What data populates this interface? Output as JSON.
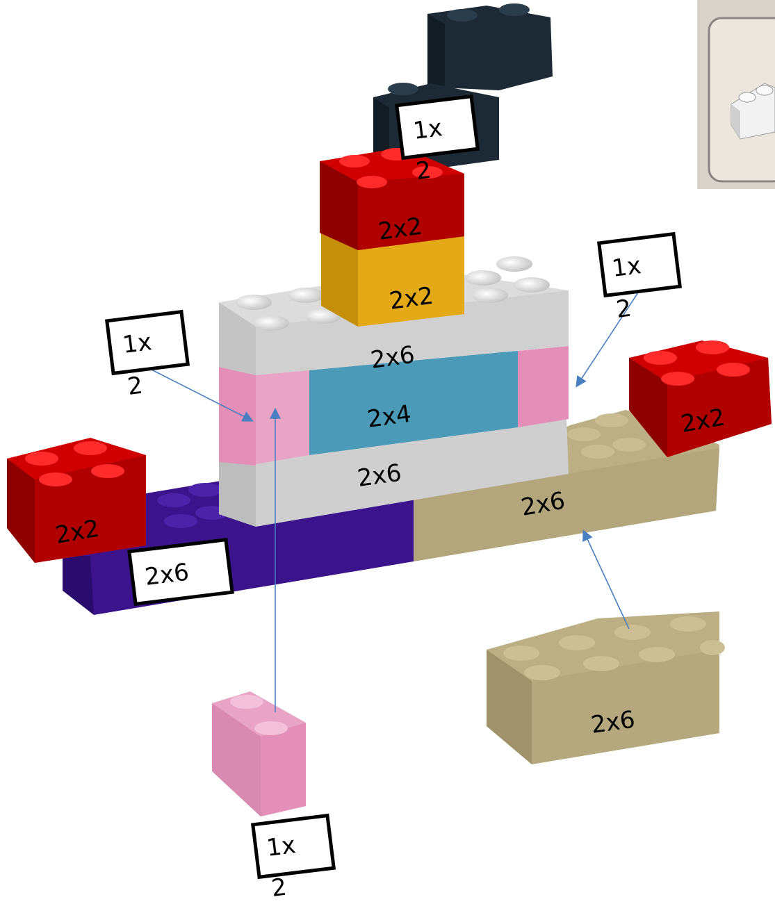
{
  "diagram": {
    "bricks": {
      "navy_back": "",
      "navy_front": "",
      "red_top": "2x2",
      "yellow": "2x2",
      "white_top": "2x6",
      "blue_middle": "2x4",
      "grey_lower": "2x6",
      "tan_base": "2x6",
      "red_left": "2x2",
      "red_right": "2x2",
      "purple_base": "2x6",
      "tan_loose": "2x6",
      "pink_loose": ""
    },
    "callouts": {
      "navy": [
        "1x",
        "2"
      ],
      "left_pink": [
        "1x",
        "2"
      ],
      "right_pink": [
        "1x",
        "2"
      ],
      "bottom_pink": [
        "1x",
        "2"
      ]
    }
  },
  "colors": {
    "red": "#d10000",
    "navy": "#1d2a35",
    "yellow": "#e3a916",
    "white": "#e8e8e8",
    "pink": "#e38fb7",
    "blue": "#4a9ab8",
    "tan": "#bcae85",
    "purple": "#3b138c",
    "arrow": "#4a7fc1"
  }
}
